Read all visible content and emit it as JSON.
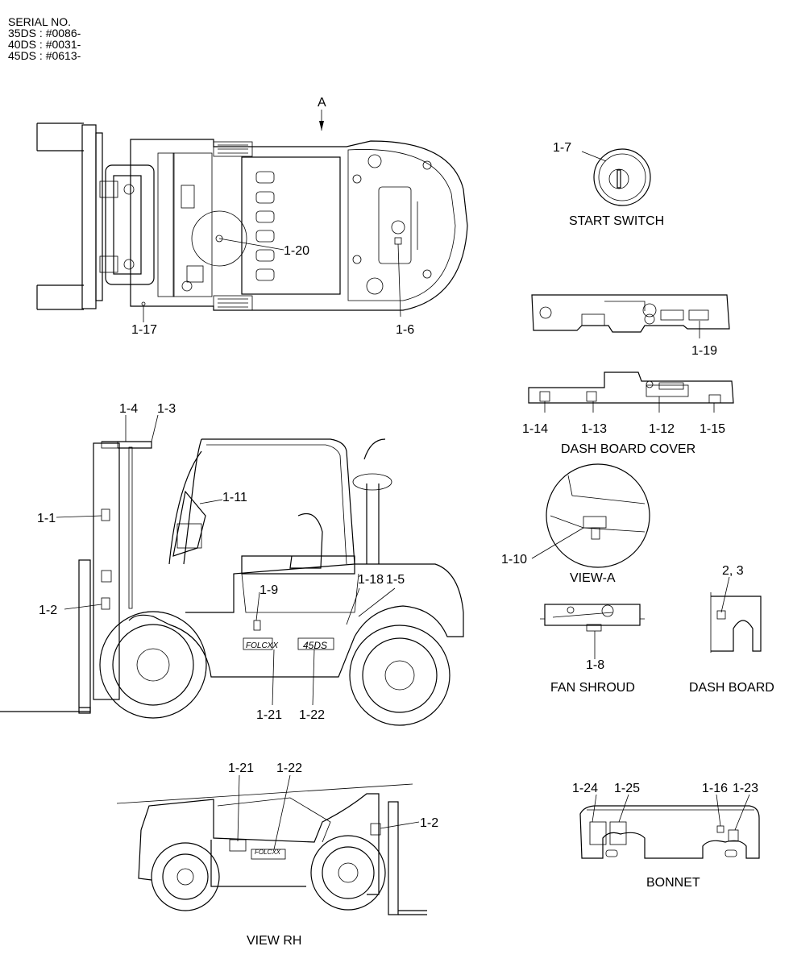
{
  "serial": {
    "title": "SERIAL NO.",
    "lines": [
      "35DS : #0086-",
      "40DS : #0031-",
      "45DS : #0613-"
    ]
  },
  "view_arrow": "A",
  "part_labels": {
    "p1_1": "1-1",
    "p1_2": "1-2",
    "p1_2b": "1-2",
    "p1_3": "1-3",
    "p1_4": "1-4",
    "p1_5": "1-5",
    "p1_6": "1-6",
    "p1_7": "1-7",
    "p1_8": "1-8",
    "p1_9": "1-9",
    "p1_10": "1-10",
    "p1_11": "1-11",
    "p1_12": "1-12",
    "p1_13": "1-13",
    "p1_14": "1-14",
    "p1_15": "1-15",
    "p1_16": "1-16",
    "p1_17": "1-17",
    "p1_18": "1-18",
    "p1_19": "1-19",
    "p1_20": "1-20",
    "p1_21": "1-21",
    "p1_21b": "1-21",
    "p1_22": "1-22",
    "p1_22b": "1-22",
    "p1_23": "1-23",
    "p1_24": "1-24",
    "p1_25": "1-25",
    "p2_3": "2, 3"
  },
  "captions": {
    "start_switch": "START SWITCH",
    "dash_board_cover": "DASH BOARD COVER",
    "view_a": "VIEW-A",
    "fan_shroud": "FAN SHROUD",
    "dash_board": "DASH BOARD",
    "bonnet": "BONNET",
    "view_rh": "VIEW RH"
  },
  "decals": {
    "brand": "FOLCXX",
    "model": "45DS"
  }
}
